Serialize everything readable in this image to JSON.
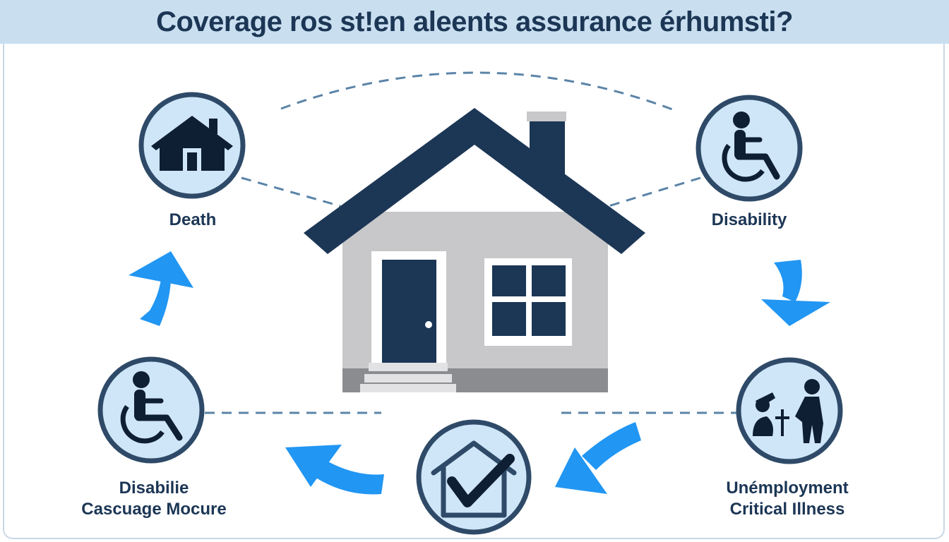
{
  "title": "Coverage ros st!en aleents assurance érhumsti?",
  "nodes": {
    "death": {
      "label": "Death",
      "icon": "house-icon"
    },
    "disability": {
      "label": "Disability",
      "icon": "wheelchair-icon"
    },
    "disabilie": {
      "label_line1": "Disabilie",
      "label_line2": "Cascuage Mocure",
      "icon": "wheelchair-icon"
    },
    "unemployment": {
      "label_line1": "Unémployment",
      "label_line2": "Critical Illness",
      "icon": "unemployment-people-icon"
    },
    "coverage": {
      "icon": "house-check-icon"
    }
  },
  "center": {
    "icon": "central-house-icon"
  },
  "colors": {
    "navy": "#1c3655",
    "ring": "#2e4a68",
    "circle_fill": "#cfe6f8",
    "arrow_blue": "#2196f3",
    "dash": "#5b84a8",
    "house_wall": "#c8c8ca",
    "house_base": "#8a8c8f",
    "title_bg": "#c9dff0"
  }
}
